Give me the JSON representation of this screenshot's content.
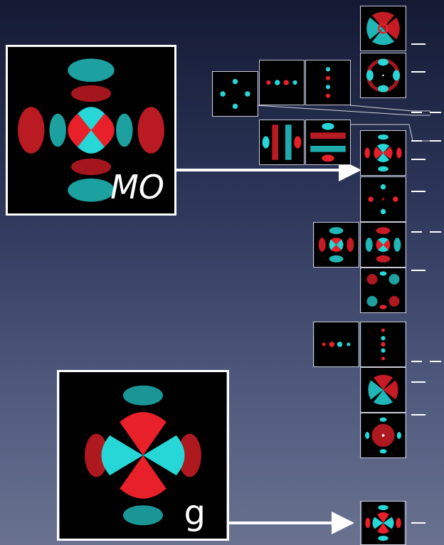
{
  "labels": {
    "mo": "MO",
    "g": "g"
  },
  "colors": {
    "positive": "#e8202a",
    "negative": "#27d6d6",
    "panel_border": "#c9ccd6",
    "big_border": "#ffffff",
    "arrow": "#ffffff"
  },
  "orbital_panels": [
    {
      "pattern": "cross-petals"
    },
    {
      "pattern": "ring-node"
    },
    {
      "pattern": "four-dots"
    },
    {
      "pattern": "horizontal-dots"
    },
    {
      "pattern": "vertical-dots"
    },
    {
      "pattern": "vertical-lobes"
    },
    {
      "pattern": "horizontal-lobes"
    },
    {
      "pattern": "x-petals"
    },
    {
      "pattern": "dots-ring"
    },
    {
      "pattern": "clover"
    },
    {
      "pattern": "clover"
    },
    {
      "pattern": "diagonal-clover"
    },
    {
      "pattern": "horizontal-dots"
    },
    {
      "pattern": "vertical-dots"
    },
    {
      "pattern": "diagonal-cross"
    },
    {
      "pattern": "center-ring"
    },
    {
      "pattern": "x-petals"
    }
  ]
}
